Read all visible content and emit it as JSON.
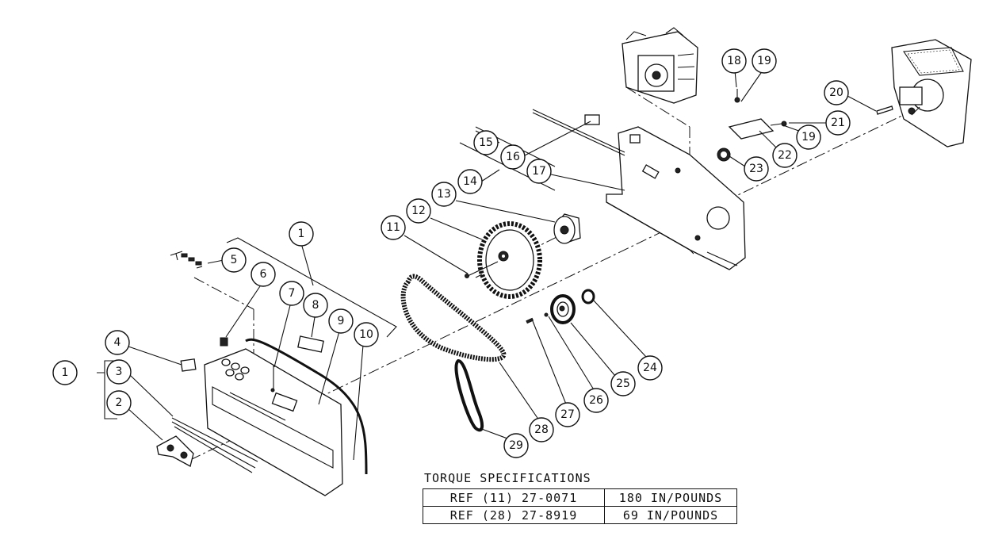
{
  "callouts": [
    {
      "num": "1"
    },
    {
      "num": "1"
    },
    {
      "num": "2"
    },
    {
      "num": "3"
    },
    {
      "num": "4"
    },
    {
      "num": "5"
    },
    {
      "num": "6"
    },
    {
      "num": "7"
    },
    {
      "num": "8"
    },
    {
      "num": "9"
    },
    {
      "num": "10"
    },
    {
      "num": "11"
    },
    {
      "num": "12"
    },
    {
      "num": "13"
    },
    {
      "num": "14"
    },
    {
      "num": "15"
    },
    {
      "num": "16"
    },
    {
      "num": "17"
    },
    {
      "num": "18"
    },
    {
      "num": "19"
    },
    {
      "num": "19"
    },
    {
      "num": "20"
    },
    {
      "num": "21"
    },
    {
      "num": "22"
    },
    {
      "num": "23"
    },
    {
      "num": "24"
    },
    {
      "num": "25"
    },
    {
      "num": "26"
    },
    {
      "num": "27"
    },
    {
      "num": "28"
    },
    {
      "num": "29"
    }
  ],
  "torque": {
    "title": "TORQUE SPECIFICATIONS",
    "rows": [
      {
        "ref": "REF (11) 27-0071",
        "value": "180 IN/POUNDS"
      },
      {
        "ref": "REF (28) 27-8919",
        "value": "69 IN/POUNDS"
      }
    ]
  }
}
